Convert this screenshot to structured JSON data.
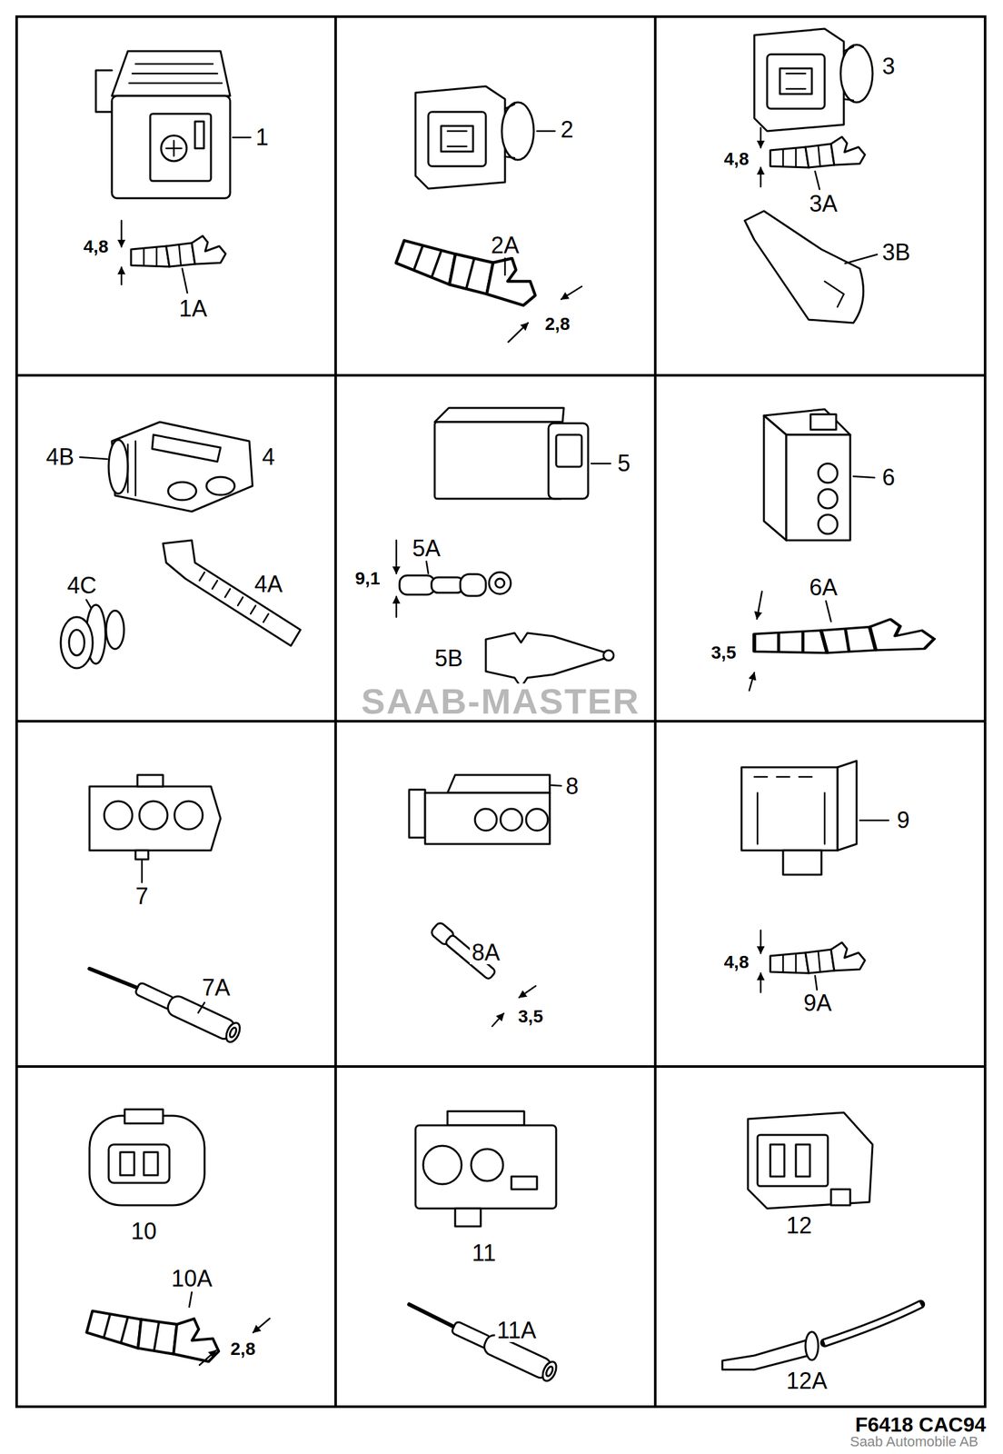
{
  "diagram": {
    "labels": [
      "1",
      "4,8",
      "1A",
      "2",
      "2A",
      "2,8",
      "3",
      "4,8",
      "3A",
      "3B",
      "4B",
      "4",
      "4C",
      "4A",
      "5",
      "5A",
      "9,1",
      "5B",
      "6",
      "6A",
      "3,5",
      "SAAB-MASTER",
      "7",
      "7A",
      "8",
      "8A",
      "3,5",
      "9",
      "4,8",
      "9A",
      "10",
      "10A",
      "2,8",
      "11",
      "11A",
      "12",
      "12A",
      "F6418 CAC94",
      "Saab Automobile AB"
    ]
  }
}
